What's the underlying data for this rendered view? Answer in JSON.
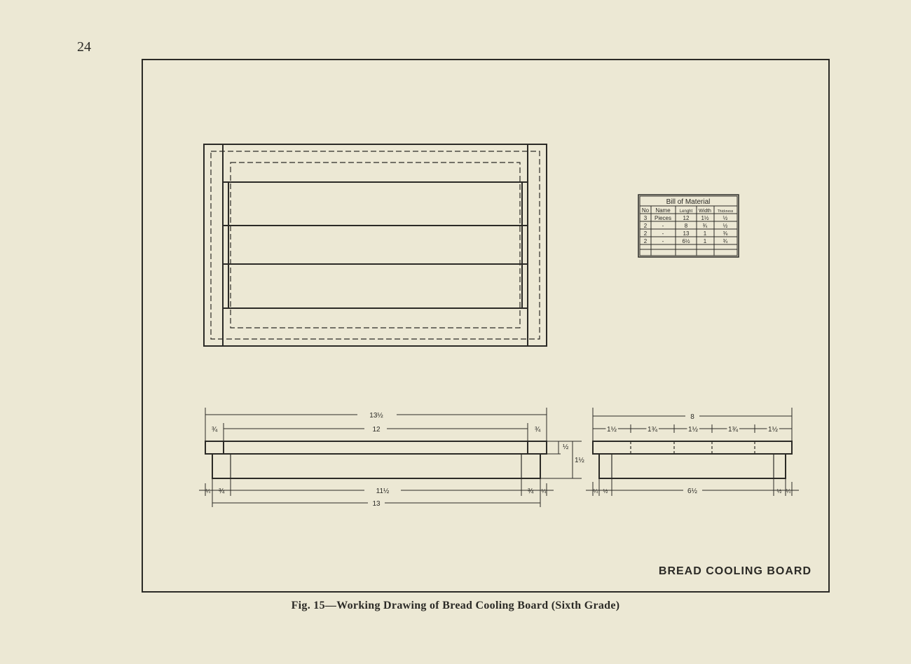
{
  "page_number": "24",
  "caption": "Fig. 15—Working Drawing of Bread Cooling Board (Sixth Grade)",
  "drawing_title": "BREAD COOLING BOARD",
  "bill_of_material": {
    "title": "Bill of Material",
    "headers": [
      "No",
      "Name",
      "Lenght",
      "Width",
      "Thickness"
    ],
    "rows": [
      [
        "3",
        "Pieces",
        "12",
        "1½",
        "½"
      ],
      [
        "2",
        "-",
        "8",
        "¾",
        "½"
      ],
      [
        "2",
        "-",
        "13",
        "1",
        "⅜"
      ],
      [
        "2",
        "-",
        "6½",
        "1",
        "¾"
      ]
    ]
  },
  "dimensions": {
    "front_overall": "13½",
    "front_inner": "12",
    "front_end_left": "¾",
    "front_end_right": "¾",
    "front_height_small": "½",
    "front_height_total": "1½",
    "front_bottom_left_quarter": "¼",
    "front_bottom_left": "¾",
    "front_bottom_mid": "11½",
    "front_bottom_right": "¾",
    "front_bottom_right_quarter": "¼",
    "front_bottom_overall": "13",
    "side_overall": "8",
    "side_seg_1": "1½",
    "side_seg_2": "1¾",
    "side_seg_3": "1½",
    "side_seg_4": "1¾",
    "side_seg_5": "1½",
    "side_bottom_left_quarter": "¼",
    "side_bottom_left_half": "½",
    "side_bottom_mid": "6½",
    "side_bottom_right_half": "½",
    "side_bottom_right_quarter": "¼"
  }
}
